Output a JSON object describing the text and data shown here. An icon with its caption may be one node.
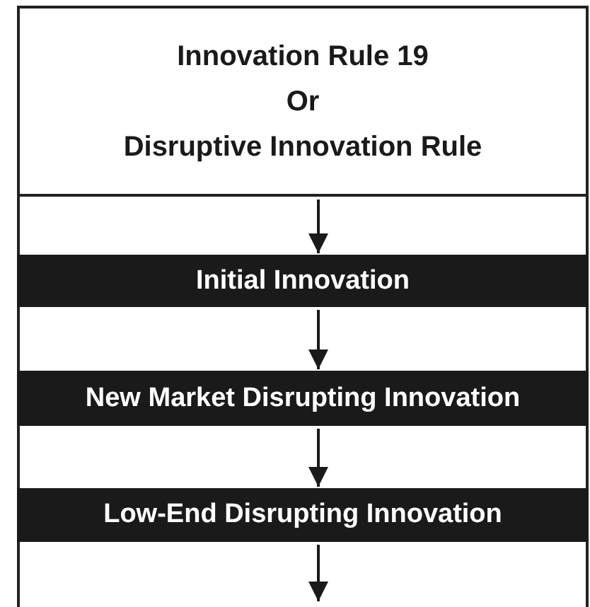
{
  "diagram": {
    "nodes": [
      {
        "text": [
          "Innovation Rule 19",
          "Or",
          "Disruptive Innovation Rule"
        ]
      },
      {
        "text": [
          "Initial Innovation"
        ]
      },
      {
        "text": [
          "New Market Disrupting Innovation"
        ]
      },
      {
        "text": [
          "Low-End Disrupting Innovation"
        ]
      }
    ],
    "edges": [
      {
        "from": 0,
        "to": 1,
        "arrow": "to"
      },
      {
        "from": 1,
        "to": 2,
        "arrow": "to"
      },
      {
        "from": 2,
        "to": 3,
        "arrow": "to"
      },
      {
        "from": 3,
        "to": null,
        "arrow": "to"
      }
    ]
  }
}
